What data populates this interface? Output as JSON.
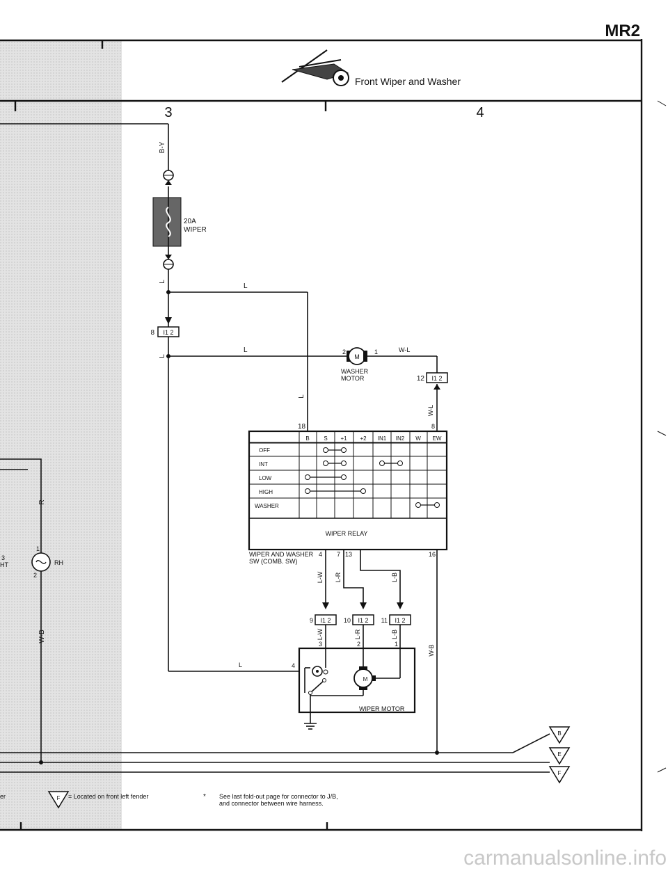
{
  "model": "MR2",
  "title": "Front Wiper and Washer",
  "columns": [
    "3",
    "4"
  ],
  "fuse": {
    "rating": "20A",
    "name": "WIPER"
  },
  "wire_colors": {
    "by": "B-Y",
    "l": "L",
    "wl": "W-L",
    "lw": "L-W",
    "lr": "L-R",
    "lb": "L-B",
    "wb": "W-B",
    "r": "R"
  },
  "pins": {
    "p1": "1",
    "p2": "2",
    "p3": "3",
    "p4": "4",
    "p7": "7",
    "p8": "8",
    "p13": "13",
    "p16": "16",
    "p18": "18"
  },
  "connectors": {
    "c8": "8",
    "c9": "9",
    "c10": "10",
    "c11": "11",
    "c12": "12",
    "code": "I1 2"
  },
  "washer_motor": {
    "label1": "WASHER",
    "label2": "MOTOR",
    "symbol": "M"
  },
  "wiper_motor": {
    "label": "WIPER MOTOR",
    "symbol": "M"
  },
  "relay_table": {
    "terminals": [
      "B",
      "S",
      "+1",
      "+2",
      "IN1",
      "IN2",
      "W",
      "EW"
    ],
    "modes": [
      "OFF",
      "INT",
      "LOW",
      "HIGH",
      "WASHER"
    ],
    "relay_label": "WIPER RELAY"
  },
  "switch_label": {
    "line1": "WIPER AND WASHER",
    "line2": "SW (COMB. SW)"
  },
  "left_component": {
    "rh": "RH",
    "frag1": "3",
    "frag2": "HT"
  },
  "grounds": [
    "B",
    "E",
    "F"
  ],
  "footer": {
    "ground_letter": "F",
    "note_left": "= Located on front left fender",
    "note_star": "*",
    "note_right1": "See last fold-out page for connector to J/B,",
    "note_right2": "and connector between wire harness.",
    "frag": "er"
  },
  "watermark": "carmanualsonline.info"
}
